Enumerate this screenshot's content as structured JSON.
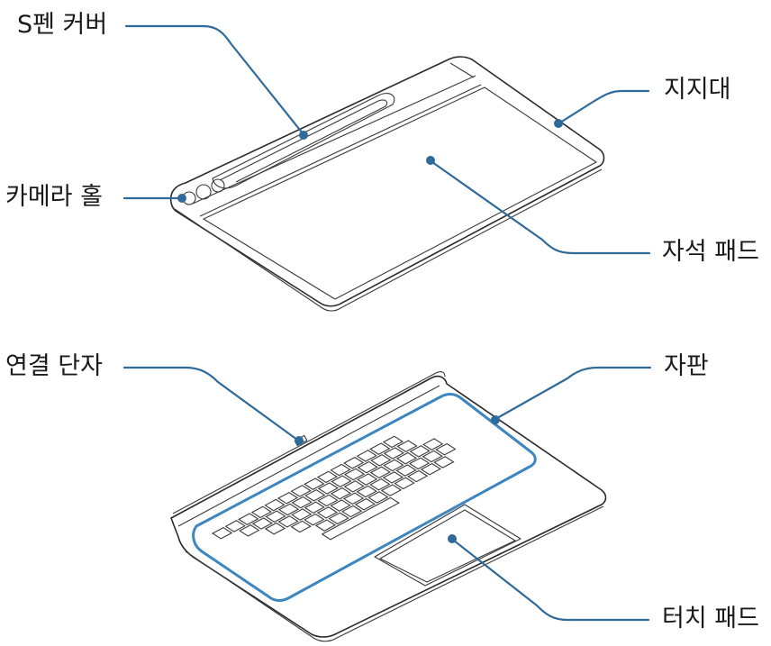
{
  "labels": {
    "s_pen_cover": "S펜 커버",
    "camera_hole": "카메라 홀",
    "stand": "지지대",
    "magnetic_pad": "자석 패드",
    "connection_terminal": "연결 단자",
    "keyboard": "자판",
    "touch_pad": "터치 패드"
  },
  "colors": {
    "leader": "#2f6a9a",
    "highlight": "#3d86bf",
    "outline": "#2a2a2a"
  }
}
